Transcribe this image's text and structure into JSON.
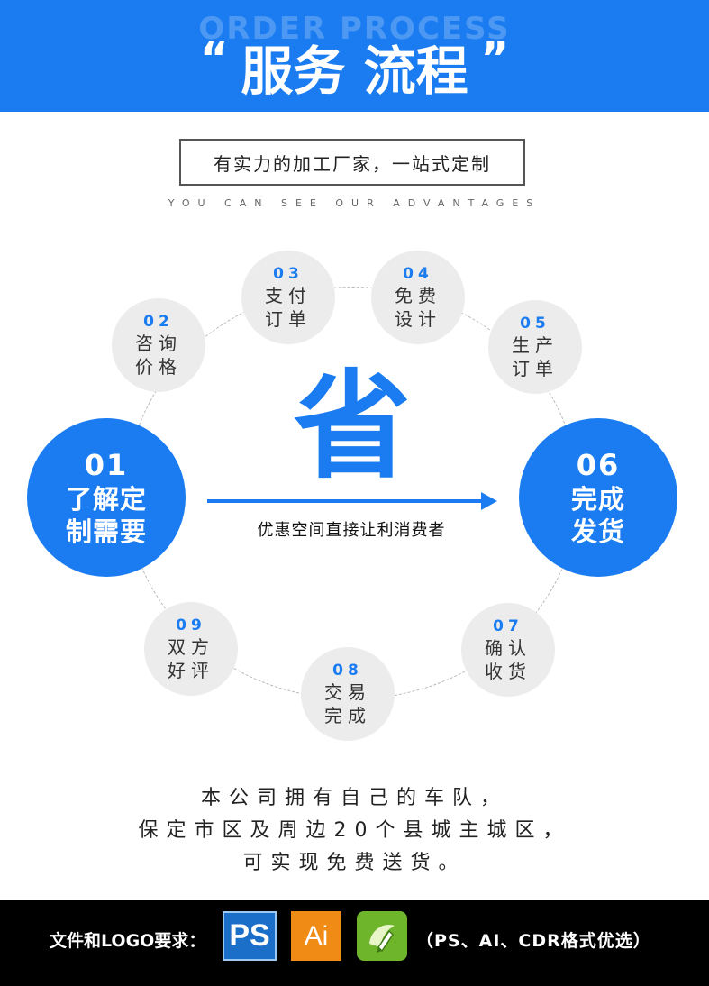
{
  "header": {
    "bg_text": "ORDER PROCESS",
    "quote_open": "“",
    "title": "服务 流程",
    "quote_close": "”"
  },
  "tagline": {
    "text": "有实力的加工厂家，一站式定制",
    "english": "YOU CAN SEE OUR ADVANTAGES"
  },
  "steps": [
    {
      "num": "01",
      "line1": "了解定",
      "line2": "制需要"
    },
    {
      "num": "02",
      "line1": "咨询",
      "line2": "价格"
    },
    {
      "num": "03",
      "line1": "支付",
      "line2": "订单"
    },
    {
      "num": "04",
      "line1": "免费",
      "line2": "设计"
    },
    {
      "num": "05",
      "line1": "生产",
      "line2": "订单"
    },
    {
      "num": "06",
      "line1": "完成",
      "line2": "发货"
    },
    {
      "num": "07",
      "line1": "确认",
      "line2": "收货"
    },
    {
      "num": "08",
      "line1": "交易",
      "line2": "完成"
    },
    {
      "num": "09",
      "line1": "双方",
      "line2": "好评"
    }
  ],
  "center": {
    "char": "省",
    "caption": "优惠空间直接让利消费者"
  },
  "fleet": {
    "line1": "本公司拥有自己的车队，",
    "line2": "保定市区及周边20个县城主城区，",
    "line3": "可实现免费送货。"
  },
  "footer": {
    "label": "文件和LOGO要求：",
    "ps_icon": "PS",
    "ai_icon": "Ai",
    "formats": "（PS、AI、CDR格式优选）"
  },
  "colors": {
    "accent": "#1a7cf0",
    "node_bg": "#ececec",
    "footer_bg": "#000000"
  }
}
